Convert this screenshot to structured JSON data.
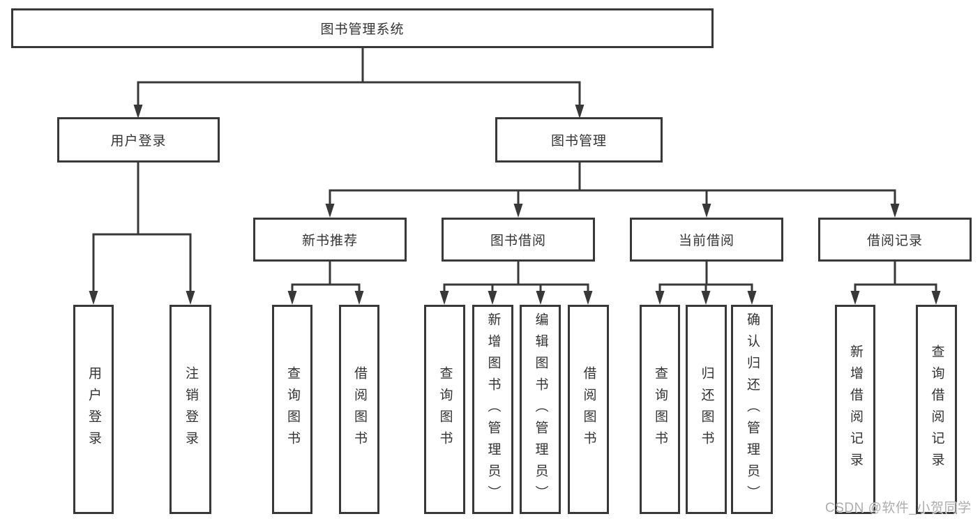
{
  "tree": {
    "label": "图书管理系统",
    "children": [
      {
        "label": "用户登录",
        "children": [
          {
            "label": "用户登录"
          },
          {
            "label": "注销登录"
          }
        ]
      },
      {
        "label": "图书管理",
        "children": [
          {
            "label": "新书推荐",
            "children": [
              {
                "label": "查询图书"
              },
              {
                "label": "借阅图书"
              }
            ]
          },
          {
            "label": "图书借阅",
            "children": [
              {
                "label": "查询图书"
              },
              {
                "label": "新增图书（管理员）"
              },
              {
                "label": "编辑图书（管理员）"
              },
              {
                "label": "借阅图书"
              }
            ]
          },
          {
            "label": "当前借阅",
            "children": [
              {
                "label": "查询图书"
              },
              {
                "label": "归还图书"
              },
              {
                "label": "确认归还（管理员）"
              }
            ]
          },
          {
            "label": "借阅记录",
            "children": [
              {
                "label": "新增借阅记录"
              },
              {
                "label": "查询借阅记录"
              }
            ]
          }
        ]
      }
    ]
  },
  "watermark": {
    "text": "CSDN @软件_小贺同学"
  },
  "colors": {
    "line": "#383838",
    "box_border": "#383838",
    "text": "#333333",
    "background": "#ffffff",
    "watermark_text": "#a9a9a9"
  }
}
